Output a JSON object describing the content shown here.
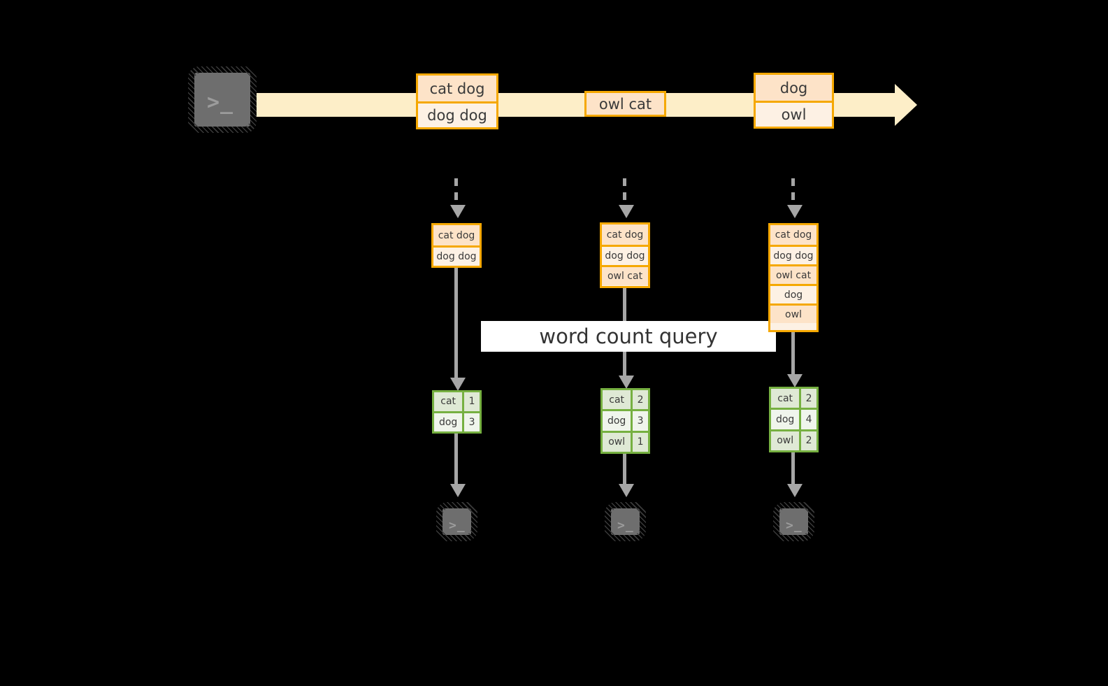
{
  "diagram": {
    "title_label": "word count query",
    "colors": {
      "background": "#000000",
      "stream_band": "#fdeec8",
      "message_border": "#f5a800",
      "message_fill_light": "#fdf1e4",
      "message_fill_dark": "#fde3c8",
      "result_border": "#76b041",
      "result_fill_light": "#f0f5ec",
      "result_fill_dark": "#dfe9d5",
      "arrow": "#a6a6a6",
      "terminal_fill": "#6e6e6e",
      "terminal_glyph": "#9c9c9c",
      "label_bg": "#ffffff"
    },
    "source": {
      "icon": "terminal-icon",
      "glyph": ">_"
    },
    "stream": {
      "events": [
        {
          "name": "event-1",
          "lines": [
            "cat dog",
            "dog dog"
          ]
        },
        {
          "name": "event-2",
          "lines": [
            "owl cat"
          ]
        },
        {
          "name": "event-3",
          "lines": [
            "dog",
            "owl"
          ]
        }
      ]
    },
    "snapshots": [
      {
        "name": "snapshot-1",
        "input_rows": [
          "cat dog",
          "dog dog"
        ],
        "result_rows": [
          {
            "word": "cat",
            "count": "1"
          },
          {
            "word": "dog",
            "count": "3"
          }
        ],
        "sink": {
          "icon": "terminal-icon",
          "glyph": ">_"
        }
      },
      {
        "name": "snapshot-2",
        "input_rows": [
          "cat dog",
          "dog dog",
          "owl cat"
        ],
        "result_rows": [
          {
            "word": "cat",
            "count": "2"
          },
          {
            "word": "dog",
            "count": "3"
          },
          {
            "word": "owl",
            "count": "1"
          }
        ],
        "sink": {
          "icon": "terminal-icon",
          "glyph": ">_"
        }
      },
      {
        "name": "snapshot-3",
        "input_rows": [
          "cat dog",
          "dog dog",
          "owl cat",
          "dog",
          "owl"
        ],
        "result_rows": [
          {
            "word": "cat",
            "count": "2"
          },
          {
            "word": "dog",
            "count": "4"
          },
          {
            "word": "owl",
            "count": "2"
          }
        ],
        "sink": {
          "icon": "terminal-icon",
          "glyph": ">_"
        }
      }
    ]
  }
}
